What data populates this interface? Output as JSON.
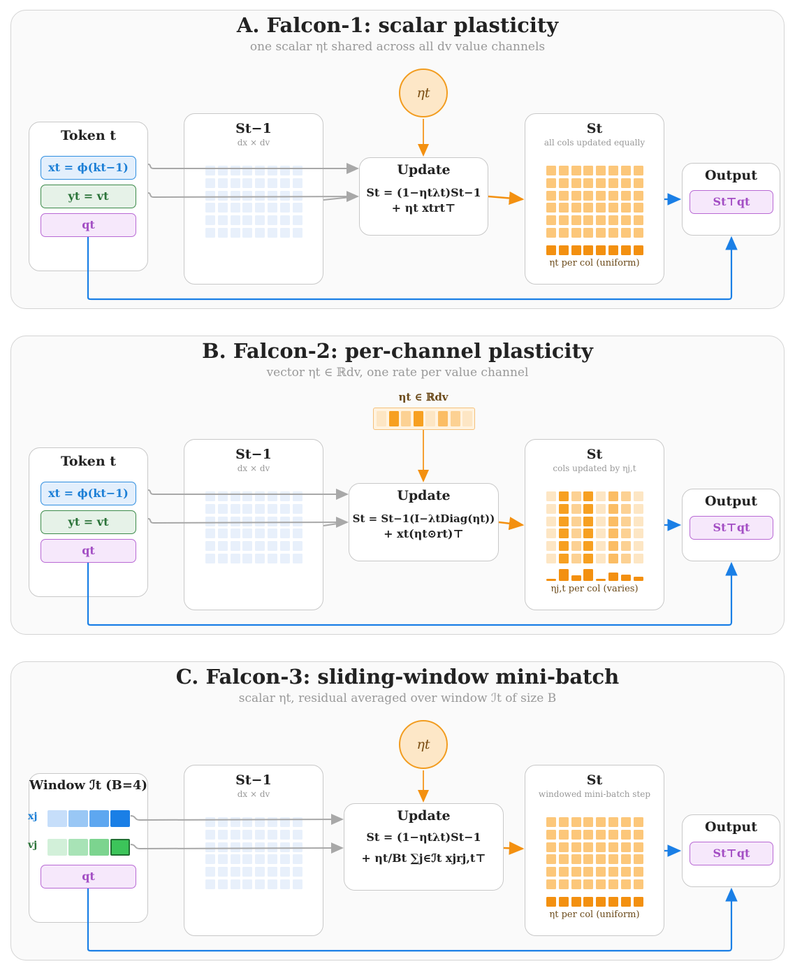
{
  "colors": {
    "blue": "#1a7fe6",
    "orange": "#f5a032",
    "orange_dark": "#f39010",
    "orange_light": "#fcc77a",
    "grey_arrow": "#a8a8a8",
    "state_cell": "#e8f0fb"
  },
  "panels": [
    {
      "title": "A. Falcon-1: scalar plasticity",
      "subtitle": "one scalar ηt shared across all dv value channels",
      "rate_label": "ηt",
      "token": {
        "title": "Token t",
        "x_label": "xt = ϕ(kt−1)",
        "y_label": "yt = vt",
        "q_label": "qt"
      },
      "prev_state": {
        "title": "St−1",
        "subtitle": "dx × dv"
      },
      "update": {
        "title": "Update",
        "line1": "St = (1−ηtλt)St−1",
        "line2": "+ ηt xtrt⊤"
      },
      "new_state": {
        "title": "St",
        "subtitle": "all cols updated equally",
        "caption": "ηt  per col (uniform)",
        "col_levels": [
          1,
          1,
          1,
          1,
          1,
          1,
          1,
          1
        ]
      },
      "output": {
        "title": "Output",
        "label": "St⊤qt"
      }
    },
    {
      "title": "B. Falcon-2: per-channel plasticity",
      "subtitle": "vector ηt ∈ ℝdv, one rate per value channel",
      "rate_label": "ηt ∈ ℝdv",
      "rate_levels": [
        0.2,
        1,
        0.4,
        1,
        0.2,
        0.8,
        0.5,
        0.2
      ],
      "token": {
        "title": "Token t",
        "x_label": "xt = ϕ(kt−1)",
        "y_label": "yt = vt",
        "q_label": "qt"
      },
      "prev_state": {
        "title": "St−1",
        "subtitle": "dx × dv"
      },
      "update": {
        "title": "Update",
        "line1": "St = St−1(I−λtDiag(ηt))",
        "line2": "+ xt(ηt⊙rt)⊤"
      },
      "new_state": {
        "title": "St",
        "subtitle": "cols updated by ηj,t",
        "caption": "ηj,t  per col (varies)",
        "col_levels": [
          0.2,
          1,
          0.45,
          1,
          0.2,
          0.7,
          0.55,
          0.35
        ]
      },
      "output": {
        "title": "Output",
        "label": "St⊤qt"
      }
    },
    {
      "title": "C. Falcon-3: sliding-window mini-batch",
      "subtitle": "scalar ηt, residual averaged over window ℐt of size B",
      "rate_label": "ηt",
      "window": {
        "title": "Window ℐt (B=4)",
        "x_label": "xj",
        "v_label": "vj",
        "q_label": "qt",
        "x_colors": [
          "#c6defa",
          "#99c7f5",
          "#5ea7f0",
          "#1a7fe6"
        ],
        "v_colors": [
          "#d2f0d9",
          "#a8e3b6",
          "#7cd48f",
          "#3cc45a"
        ]
      },
      "prev_state": {
        "title": "St−1",
        "subtitle": "dx × dv"
      },
      "update": {
        "title": "Update",
        "line1": "St = (1−ηtλt)St−1",
        "line2": "+ ηt/Bt ∑j∈ℐt xjrj,t⊤"
      },
      "new_state": {
        "title": "St",
        "subtitle": "windowed mini-batch step",
        "caption": "ηt  per col (uniform)",
        "col_levels": [
          1,
          1,
          1,
          1,
          1,
          1,
          1,
          1
        ]
      },
      "output": {
        "title": "Output",
        "label": "St⊤qt"
      }
    }
  ]
}
